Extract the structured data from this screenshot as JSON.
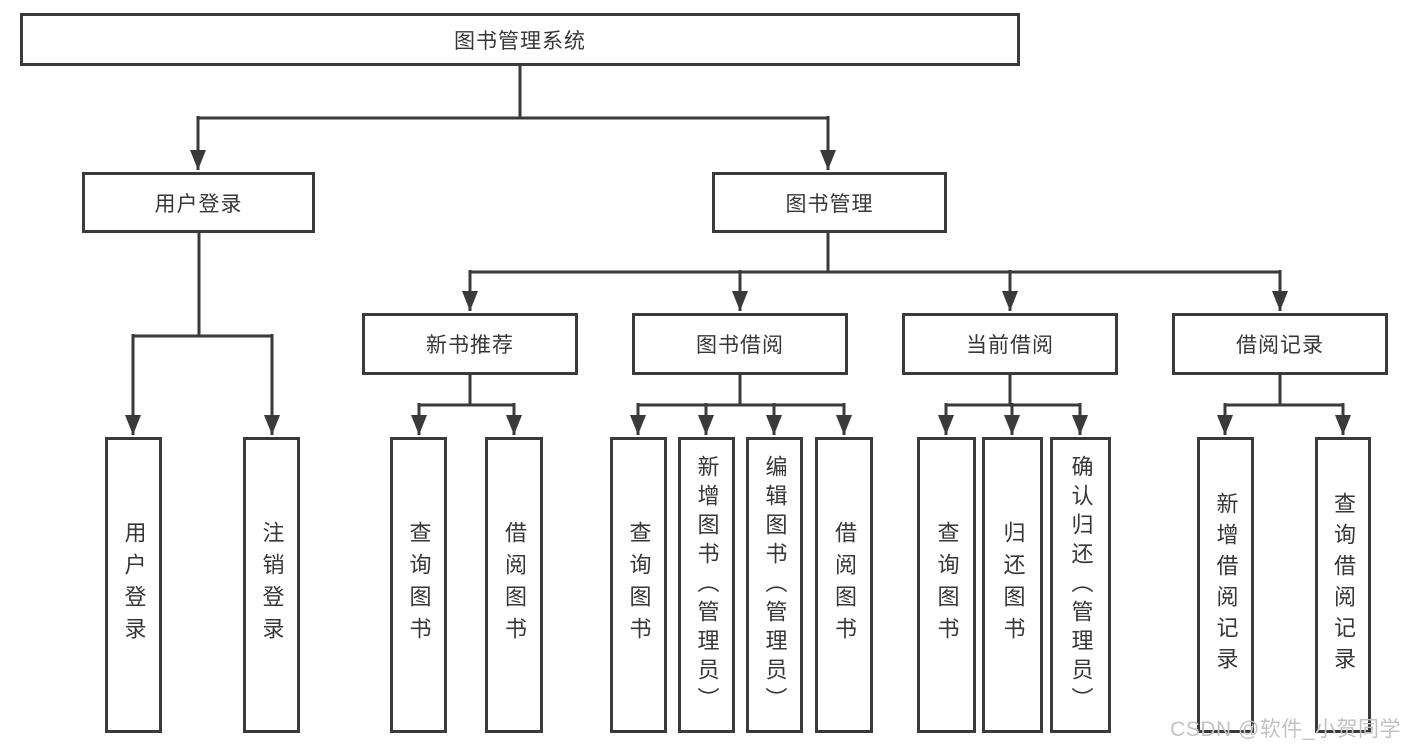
{
  "diagram_title": "图书管理系统",
  "nodes": {
    "root": {
      "label": "图书管理系统"
    },
    "level2": [
      {
        "label": "用户登录",
        "parent": "图书管理系统"
      },
      {
        "label": "图书管理",
        "parent": "图书管理系统"
      }
    ],
    "level3": [
      {
        "label": "新书推荐",
        "parent": "图书管理"
      },
      {
        "label": "图书借阅",
        "parent": "图书管理"
      },
      {
        "label": "当前借阅",
        "parent": "图书管理"
      },
      {
        "label": "借阅记录",
        "parent": "图书管理"
      }
    ],
    "leaves": [
      {
        "label": "用户登录",
        "parent": "用户登录"
      },
      {
        "label": "注销登录",
        "parent": "用户登录"
      },
      {
        "label": "查询图书",
        "parent": "新书推荐"
      },
      {
        "label": "借阅图书",
        "parent": "新书推荐"
      },
      {
        "label": "查询图书",
        "parent": "图书借阅"
      },
      {
        "label": "新增图书（管理员）",
        "parent": "图书借阅"
      },
      {
        "label": "编辑图书（管理员）",
        "parent": "图书借阅"
      },
      {
        "label": "借阅图书",
        "parent": "图书借阅"
      },
      {
        "label": "查询图书",
        "parent": "当前借阅"
      },
      {
        "label": "归还图书",
        "parent": "当前借阅"
      },
      {
        "label": "确认归还（管理员）",
        "parent": "当前借阅"
      },
      {
        "label": "新增借阅记录",
        "parent": "借阅记录"
      },
      {
        "label": "查询借阅记录",
        "parent": "借阅记录"
      }
    ]
  },
  "watermark": "CSDN @软件_小贺同学",
  "colors": {
    "line": "#3a3a3a",
    "text": "#373737",
    "watermark": "#c2c2c2",
    "bg": "#ffffff"
  }
}
